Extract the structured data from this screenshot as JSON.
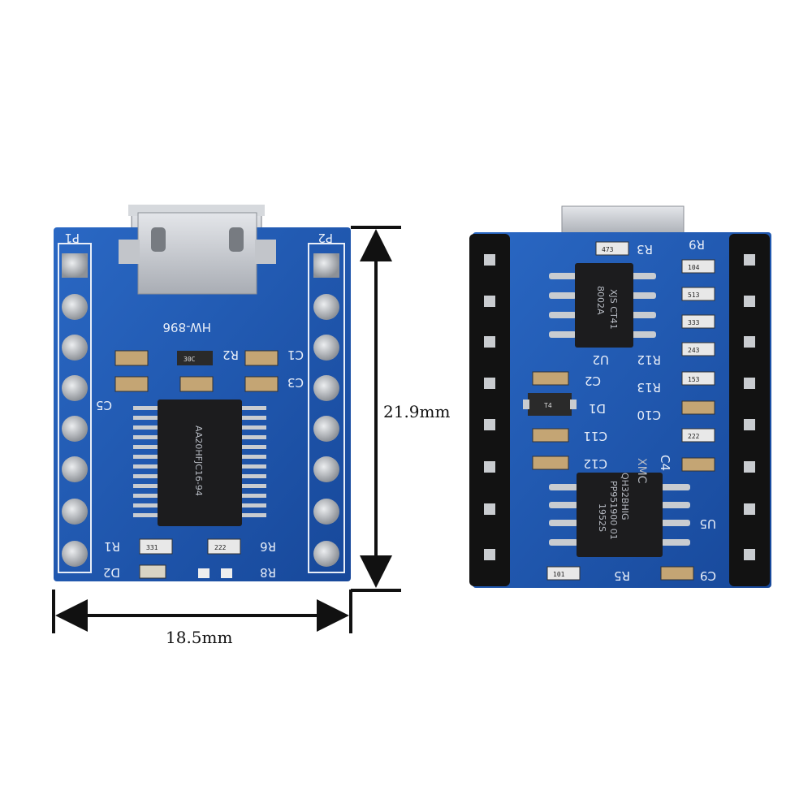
{
  "front_board": {
    "model_label": "HW-896",
    "header_left": "P1",
    "header_right": "P2",
    "main_chip_marking": [
      "AA20HFJC16-94"
    ],
    "silk_labels": [
      "R2",
      "C1",
      "C3",
      "C5",
      "R1",
      "D2",
      "R6",
      "R8"
    ],
    "smd_codes": [
      "30C",
      "331",
      "222"
    ]
  },
  "back_board": {
    "silk_labels": [
      "R3",
      "R9",
      "U2",
      "R12",
      "C2",
      "R13",
      "D1",
      "C10",
      "C11",
      "C12",
      "C4",
      "U5",
      "R5",
      "C9"
    ],
    "chip_u2_marking": [
      "8002A",
      "XJS CT41"
    ],
    "chip_u5_marking": [
      "XMC",
      "QH32BHIG",
      "PP951900 01",
      "1952S"
    ],
    "smd_codes": [
      "473",
      "104",
      "513",
      "333",
      "243",
      "153",
      "222",
      "101"
    ],
    "diode_code": "T4"
  },
  "dimensions": {
    "height": "21.9mm",
    "width": "18.5mm"
  },
  "colors": {
    "pcb_blue": "#1f5bb5",
    "silkscreen": "#e8eef8",
    "chip_black": "#1c1c1e",
    "pin_silver": "#c9ccd0",
    "header_black": "#121212"
  }
}
